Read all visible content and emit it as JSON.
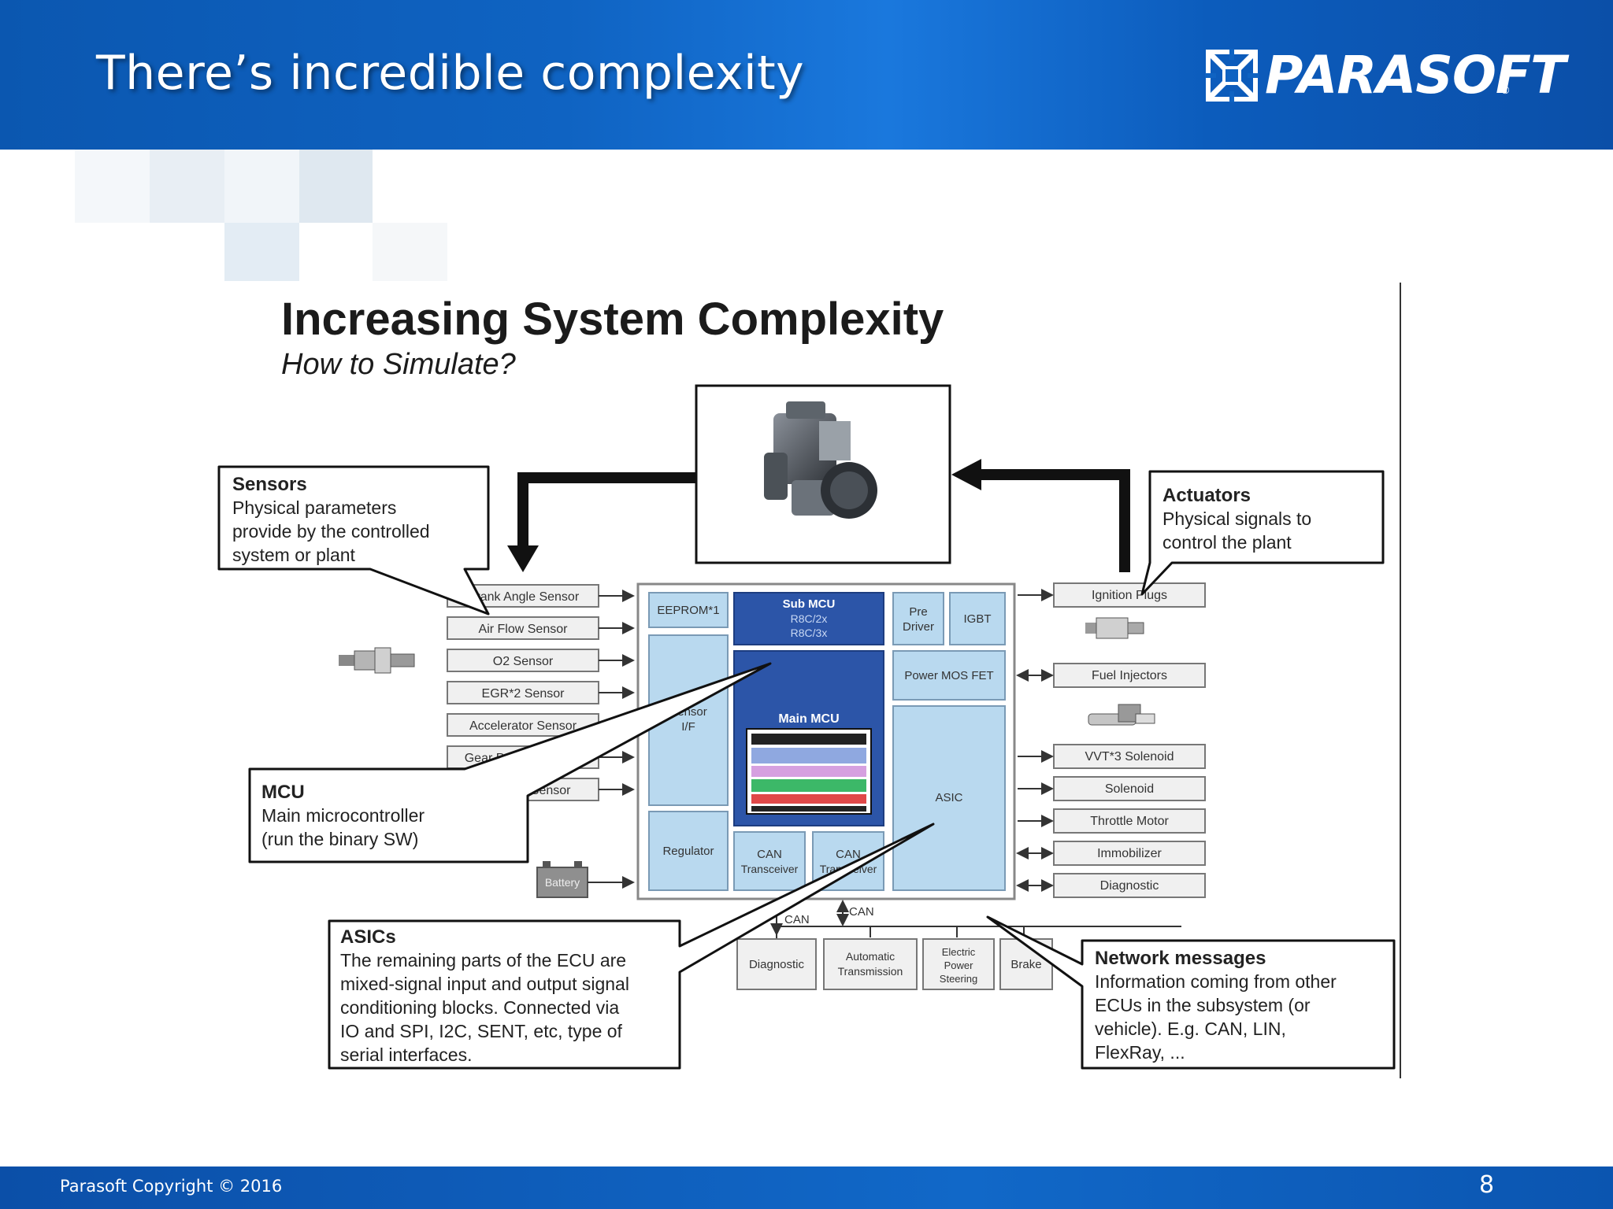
{
  "slide": {
    "title": "There’s incredible complexity",
    "logo_text": "PARASOFT",
    "logo_reg": "®",
    "copyright": "Parasoft Copyright © 2016",
    "page_number": "8"
  },
  "colors": {
    "header_blue": "#0f63c2",
    "mcu_blue": "#2c55a8",
    "block_light_blue": "#b9d9ef"
  },
  "icons": [
    "parasoft-logo-icon",
    "engine-image",
    "sensor-probe-image",
    "fuel-injector-image",
    "spark-plug-image",
    "battery-icon"
  ],
  "diagram": {
    "title": "Increasing System Complexity",
    "subtitle": "How to Simulate?",
    "sensors": [
      "Crank Angle Sensor",
      "Air Flow Sensor",
      "O2 Sensor",
      "EGR*2 Sensor",
      "Accelerator Sensor",
      "Gear Position Switch",
      "Knocking Sensor"
    ],
    "battery": "Battery",
    "actuators": [
      "Ignition Plugs",
      "Fuel Injectors",
      "VVT*3 Solenoid",
      "Solenoid",
      "Throttle Motor",
      "Immobilizer",
      "Diagnostic"
    ],
    "ecu": {
      "eeprom": "EEPROM*1",
      "sub_mcu_title": "Sub MCU",
      "sub_mcu_line1": "R8C/2x",
      "sub_mcu_line2": "R8C/3x",
      "pre_driver_line1": "Pre",
      "pre_driver_line2": "Driver",
      "igbt": "IGBT",
      "power_mos": "Power MOS FET",
      "sensor_if_line1": "Sensor",
      "sensor_if_line2": "I/F",
      "main_mcu": "Main MCU",
      "asic": "ASIC",
      "regulator": "Regulator",
      "can1_line1": "CAN",
      "can1_line2": "Transceiver",
      "can2_line1": "CAN",
      "can2_line2": "Transceiver"
    },
    "can_label_1": "CAN",
    "can_label_2": "CAN",
    "network_nodes": {
      "diagnostic": "Diagnostic",
      "auto_trans_line1": "Automatic",
      "auto_trans_line2": "Transmission",
      "eps_line1": "Electric",
      "eps_line2": "Power",
      "eps_line3": "Steering",
      "brake": "Brake"
    },
    "callouts": {
      "sensors": {
        "title": "Sensors",
        "lines": [
          "Physical parameters",
          "provide by the controlled",
          "system or plant"
        ]
      },
      "actuators": {
        "title": "Actuators",
        "lines": [
          "Physical signals to",
          "control the plant"
        ]
      },
      "mcu": {
        "title": "MCU",
        "lines": [
          "Main microcontroller",
          "(run the binary SW)"
        ]
      },
      "asics": {
        "title": "ASICs",
        "lines": [
          "The remaining parts of the ECU are",
          "mixed-signal input and output signal",
          "conditioning blocks. Connected via",
          "IO and SPI, I2C, SENT, etc, type of",
          "serial interfaces."
        ]
      },
      "network": {
        "title": "Network messages",
        "lines": [
          "Information coming from other",
          "ECUs in the subsystem (or",
          "vehicle). E.g. CAN, LIN,",
          "FlexRay, ..."
        ]
      }
    }
  }
}
